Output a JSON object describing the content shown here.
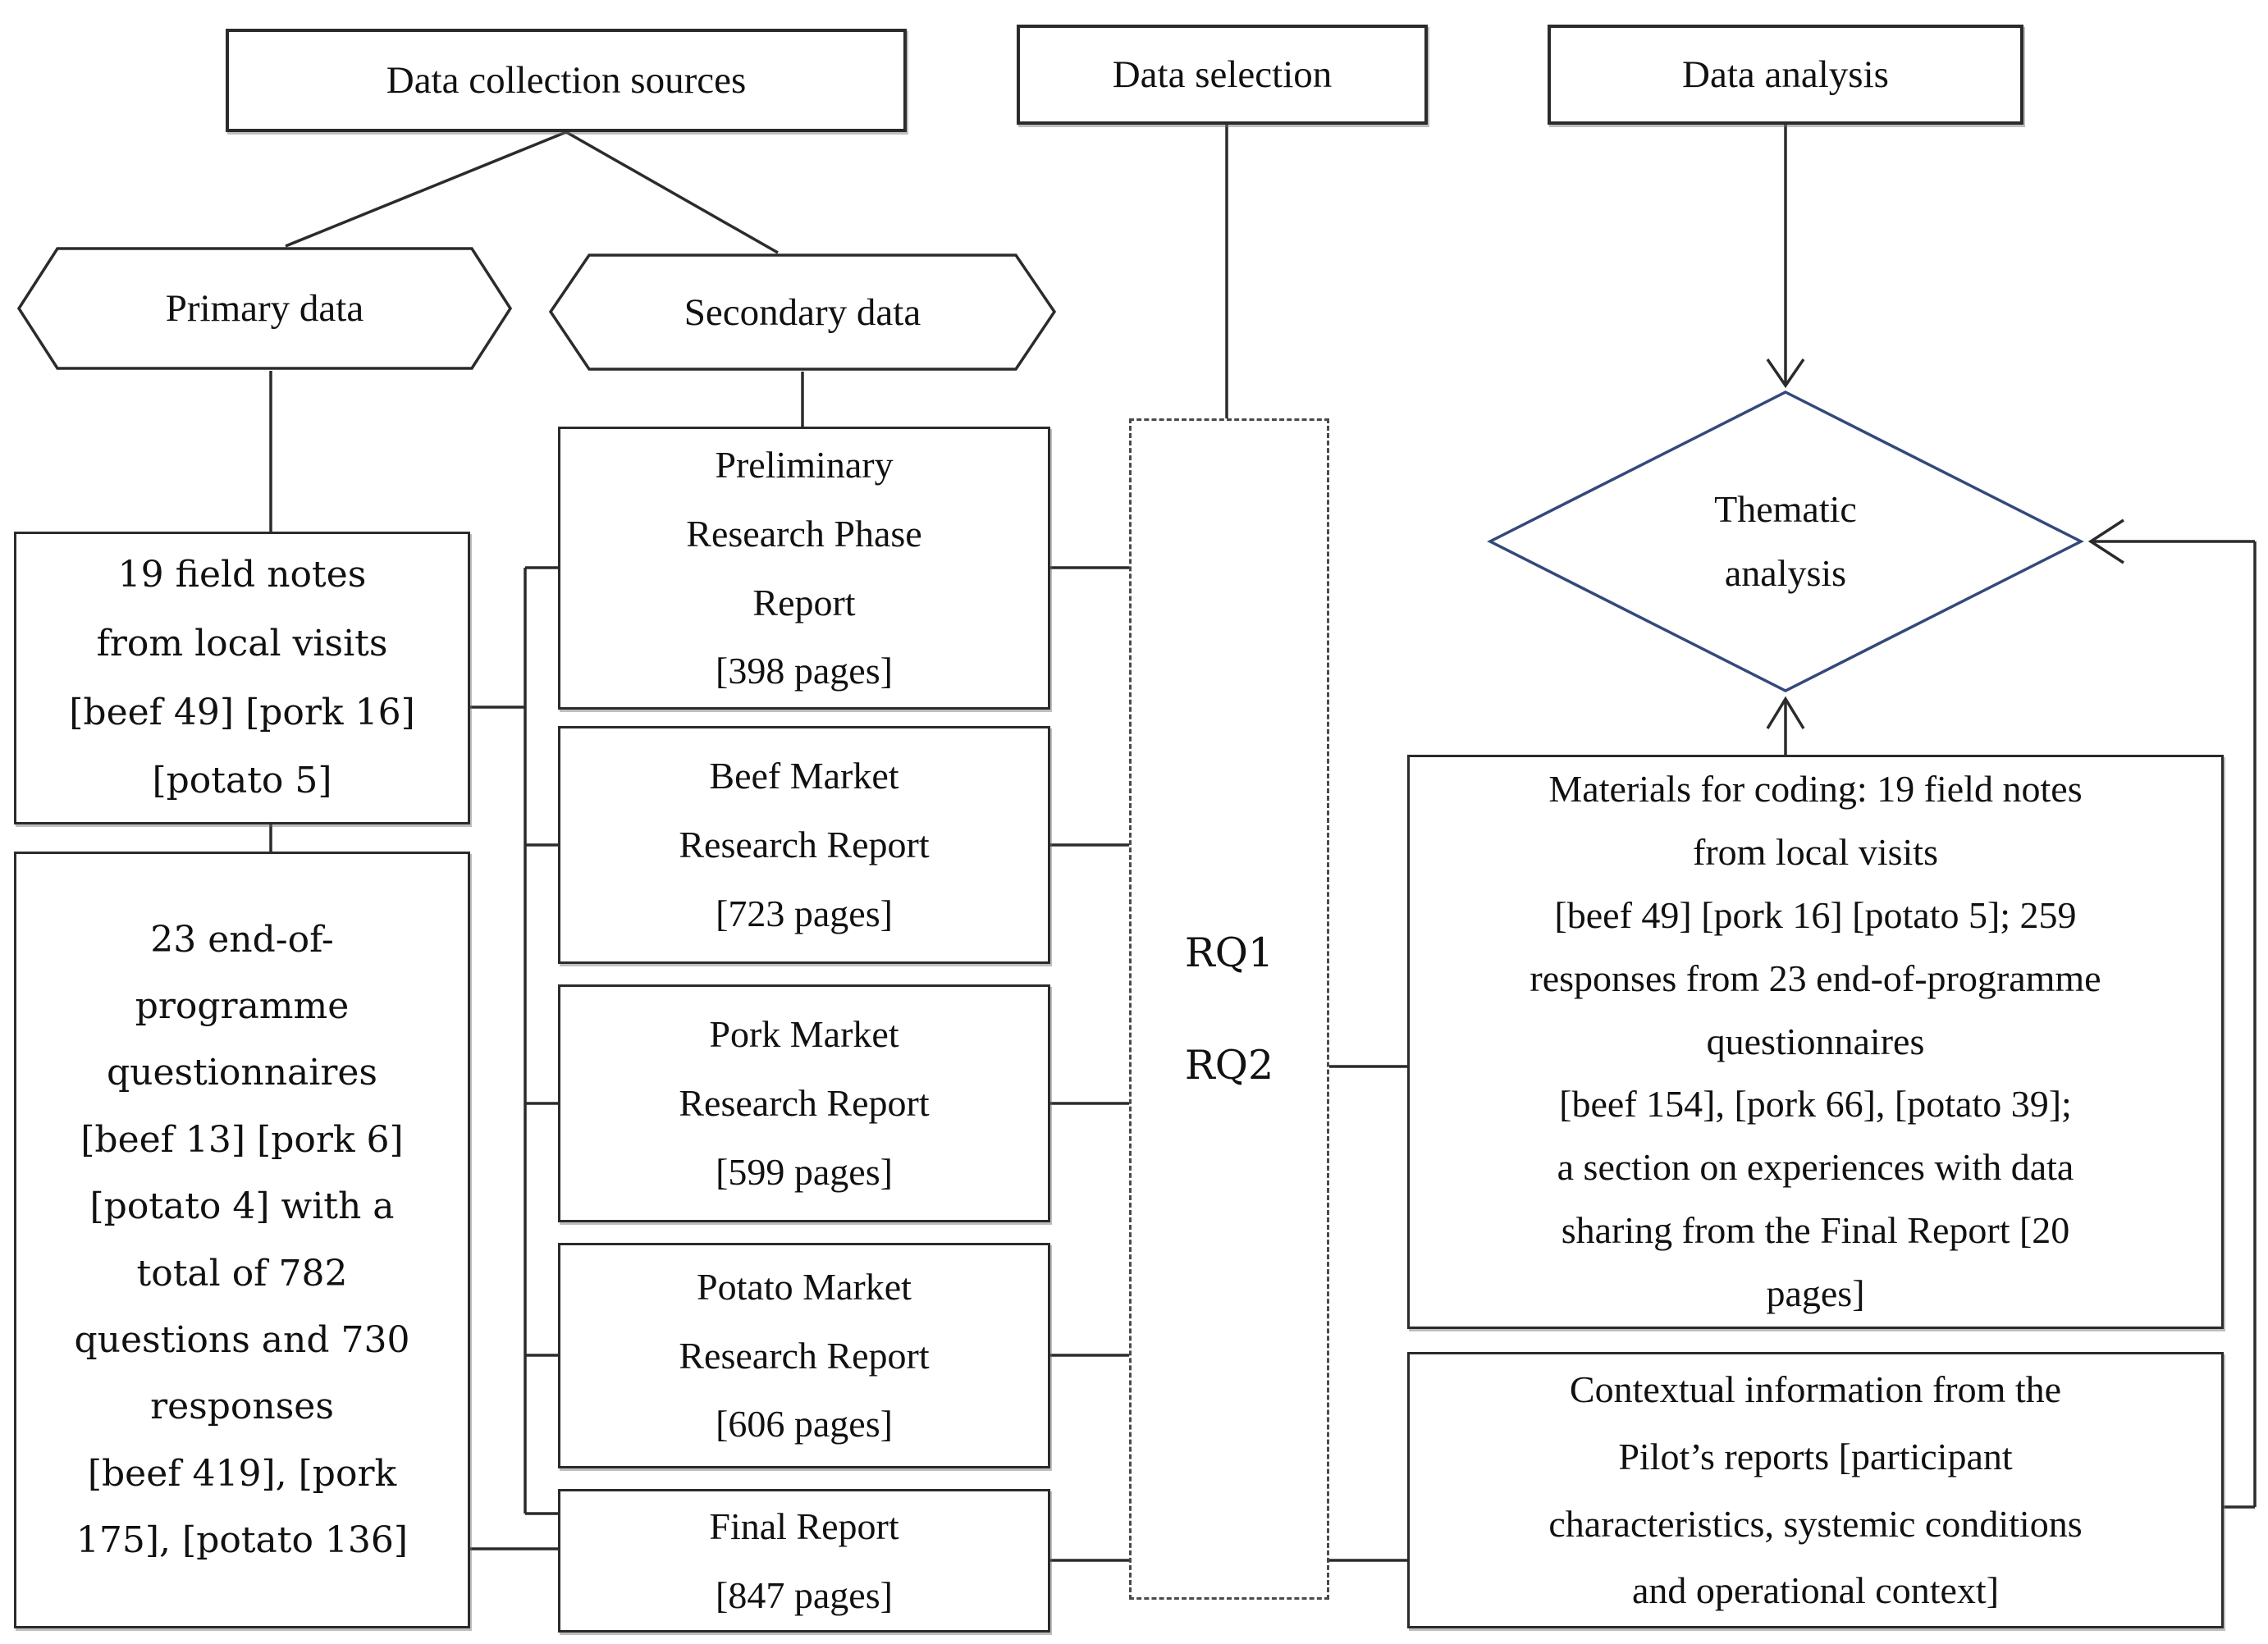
{
  "diagram": {
    "headers": {
      "collection": "Data collection sources",
      "selection": "Data selection",
      "analysis": "Data analysis"
    },
    "branches": {
      "primary": "Primary data",
      "secondary": "Secondary data"
    },
    "primary_sources": {
      "field_notes": "19 field notes\nfrom local visits\n[beef 49] [pork 16]\n[potato 5]",
      "questionnaires": "23 end-of-\nprogramme\nquestionnaires\n[beef 13] [pork 6]\n[potato 4] with a\ntotal of 782\nquestions and 730\nresponses\n[beef 419], [pork\n175], [potato 136]"
    },
    "secondary_sources": {
      "preliminary": "Preliminary\nResearch Phase\nReport\n[398 pages]",
      "beef": "Beef Market\nResearch Report\n[723 pages]",
      "pork": "Pork Market\nResearch Report\n[599 pages]",
      "potato": "Potato Market\nResearch Report\n[606 pages]",
      "final": "Final Report\n[847 pages]"
    },
    "selection": {
      "rq1": "RQ1",
      "rq2": "RQ2"
    },
    "analysis": {
      "thematic": "Thematic\nanalysis",
      "materials": "Materials for coding: 19 field notes\nfrom local visits\n[beef 49] [pork 16] [potato 5]; 259\nresponses from 23 end-of-programme\nquestionnaires\n[beef 154], [pork 66], [potato 39];\na section on experiences with data\nsharing from the Final Report [20\npages]",
      "contextual": "Contextual information from the\nPilot’s reports [participant\ncharacteristics, systemic conditions\nand operational context]"
    },
    "colors": {
      "line": "#2b2b2b",
      "diamond_border": "#33497b",
      "box_border": "#2b2b2b"
    }
  }
}
